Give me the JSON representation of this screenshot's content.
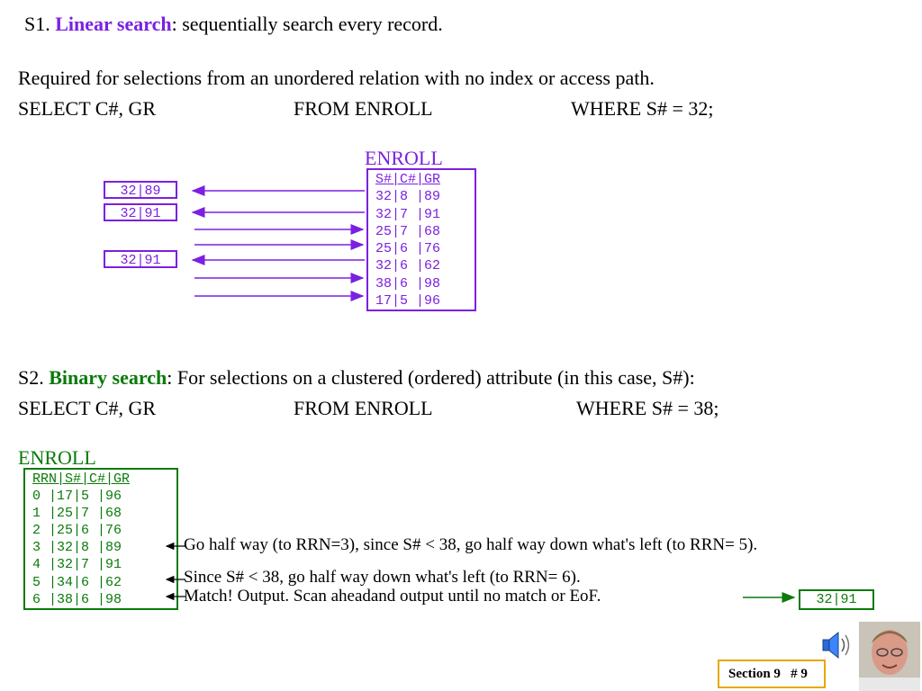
{
  "s1": {
    "prefix": "S1. ",
    "term": "Linear search",
    "rest": ": sequentially search every record.",
    "required": "Required for selections from an unordered relation with no index or access path.",
    "query_select": "SELECT C#, GR",
    "query_from": "FROM ENROLL",
    "query_where": "WHERE S# = 32;",
    "relation_name": "ENROLL",
    "table_rows": [
      "S#|C#|GR",
      "32|8 |89",
      "32|7 |91",
      "25|7 |68",
      "25|6 |76",
      "32|6 |62",
      "38|6 |98",
      "17|5 |96"
    ],
    "results": [
      "32|89",
      "32|91",
      "32|91"
    ]
  },
  "s2": {
    "prefix": "S2. ",
    "term": "Binary search",
    "rest": ": For selections on a clustered (ordered) attribute (in this case, S#):",
    "query_select": "SELECT C#, GR",
    "query_from": "FROM ENROLL",
    "query_where": "WHERE S# = 38;",
    "relation_name": "ENROLL",
    "table_rows": [
      "RRN|S#|C#|GR",
      "0  |17|5 |96",
      "1  |25|7 |68",
      "2  |25|6 |76",
      "3  |32|8 |89",
      "4  |32|7 |91",
      "5  |34|6 |62",
      "6  |38|6 |98"
    ],
    "note1": "Go half way (to RRN=3), since S# < 38, go half way down what's left (to RRN= 5).",
    "note2": "Since S# < 38, go half way down what's left (to RRN= 6).",
    "note3": "Match!  Output.  Scan aheadand output  until no match or EoF.",
    "result": "32|91"
  },
  "footer": {
    "section": "Section 9",
    "page": "# 9"
  },
  "colors": {
    "purple": "#7b20e0",
    "green": "#0a7a0a",
    "footer_border": "#e6a800"
  }
}
